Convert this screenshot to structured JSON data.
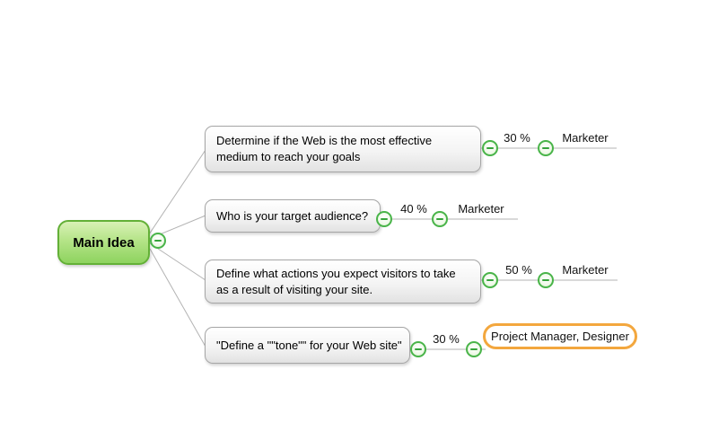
{
  "root": {
    "label": "Main Idea"
  },
  "branches": [
    {
      "topic": "Determine if the Web is the most effective medium to reach your goals",
      "percent": "30 %",
      "assignee": "Marketer",
      "selected": false
    },
    {
      "topic": "Who is your target audience?",
      "percent": "40 %",
      "assignee": "Marketer",
      "selected": false
    },
    {
      "topic": "Define what actions you expect visitors to take as a result of visiting your site.",
      "percent": "50 %",
      "assignee": "Marketer",
      "selected": false
    },
    {
      "topic": "\"Define a \"\"tone\"\" for your Web site\"",
      "percent": "30 %",
      "assignee": "Project Manager, Designer",
      "selected": true
    }
  ],
  "icons": {
    "collapse": "minus-icon"
  },
  "colors": {
    "background": "#ffffff",
    "root_fill_top": "#d9f1b6",
    "root_fill_bottom": "#8ed35f",
    "root_border": "#63b037",
    "topic_border": "#a6a6a6",
    "topic_fill_bottom": "#e2e2e2",
    "connector": "#b3b3b3",
    "collapse_green": "#49b449",
    "selection_orange": "#f3a73e"
  }
}
